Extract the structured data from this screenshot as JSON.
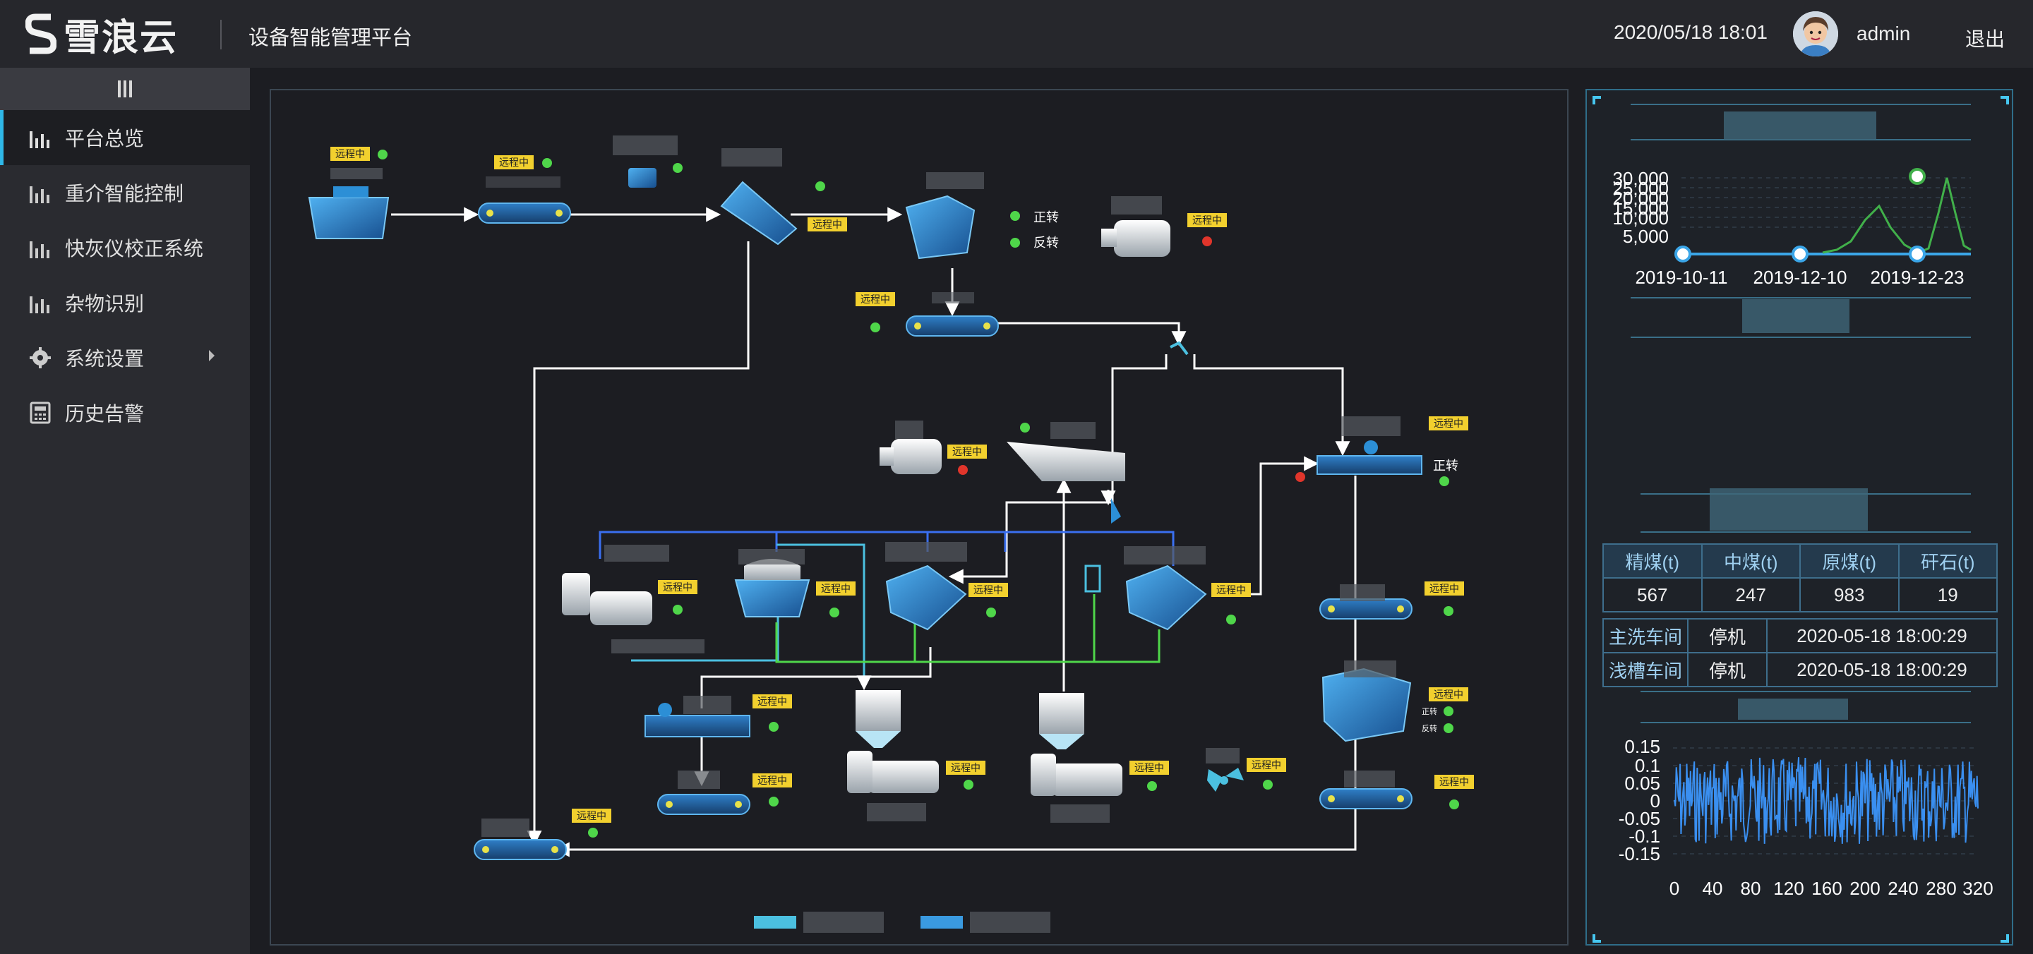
{
  "header": {
    "logo_text": "雪浪云",
    "platform_title": "设备智能管理平台",
    "datetime": "2020/05/18 18:01",
    "username": "admin",
    "logout_label": "退出"
  },
  "sidebar": {
    "items": [
      {
        "label": "平台总览",
        "icon": "bar-chart-icon",
        "active": true
      },
      {
        "label": "重介智能控制",
        "icon": "bar-chart-icon"
      },
      {
        "label": "快灰仪校正系统",
        "icon": "bar-chart-icon"
      },
      {
        "label": "杂物识别",
        "icon": "bar-chart-icon"
      },
      {
        "label": "系统设置",
        "icon": "gear-icon",
        "has_submenu": true
      },
      {
        "label": "历史告警",
        "icon": "calculator-icon"
      }
    ]
  },
  "diagram": {
    "badge_label": "远程中",
    "labels": {
      "forward": "正转",
      "reverse": "反转",
      "forward_small": "正转",
      "reverse_small": "反转"
    },
    "colors": {
      "equipment": "#2c8fd6",
      "line": "#ffffff",
      "blue_pipe": "#3a6ff0",
      "green_pipe": "#4fd64a",
      "cyan_pipe": "#4bc0e0",
      "badge": "#f2d02e",
      "ok": "#4fd64a",
      "alarm": "#e0352b"
    }
  },
  "right_panel": {
    "line_chart": {
      "chart_data": {
        "type": "line",
        "yticks": [
          "30,000",
          "25,000",
          "20,000",
          "15,000",
          "10,000",
          "5,000"
        ],
        "xticks": [
          "2019-10-11",
          "2019-12-10",
          "2019-12-23"
        ],
        "ylim": [
          0,
          30000
        ]
      }
    },
    "product_table": {
      "headers": [
        "精煤(t)",
        "中煤(t)",
        "原煤(t)",
        "矸石(t)"
      ],
      "values": [
        "567",
        "247",
        "983",
        "19"
      ]
    },
    "status_table": {
      "rows": [
        {
          "name": "主洗车间",
          "status": "停机",
          "time": "2020-05-18 18:00:29"
        },
        {
          "name": "浅槽车间",
          "status": "停机",
          "time": "2020-05-18 18:00:29"
        }
      ]
    },
    "wave_chart": {
      "chart_data": {
        "type": "line",
        "yticks": [
          "0.15",
          "0.1",
          "0.05",
          "0",
          "-0.05",
          "-0.1",
          "-0.15"
        ],
        "xticks": [
          "0",
          "40",
          "80",
          "120",
          "160",
          "200",
          "240",
          "280",
          "320"
        ],
        "ylim": [
          -0.15,
          0.15
        ],
        "xlim": [
          0,
          320
        ]
      }
    }
  }
}
